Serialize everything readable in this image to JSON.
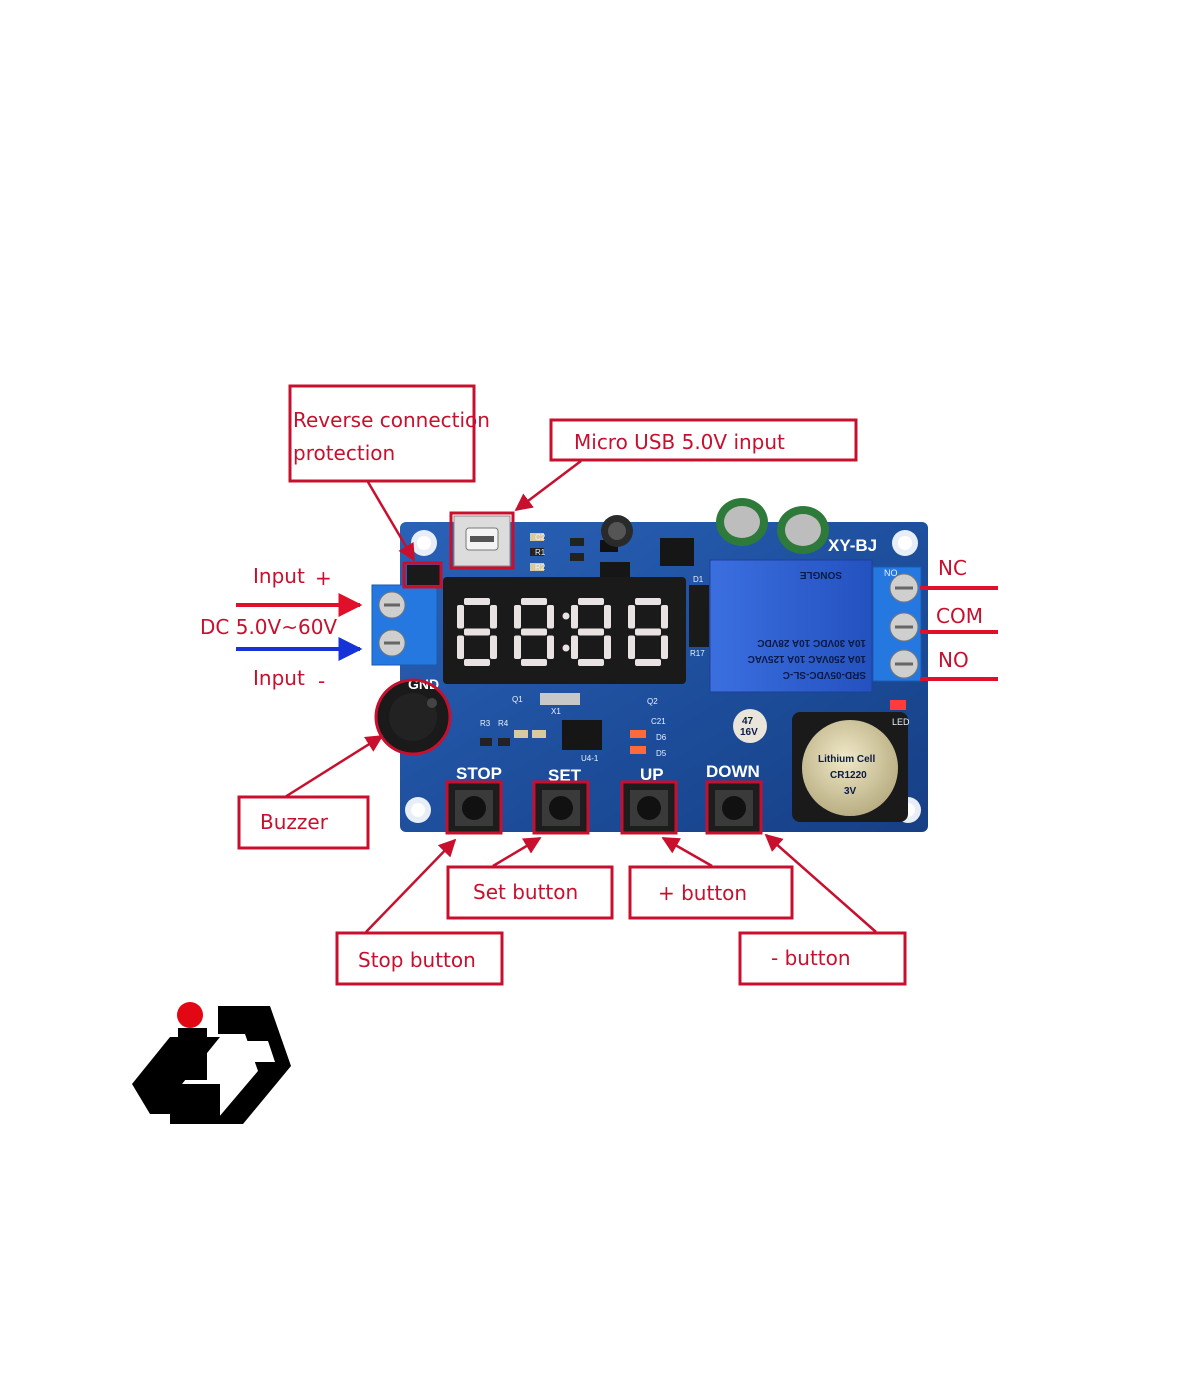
{
  "colors": {
    "annotation_red": "#c8102e",
    "positive_wire_red": "#e0102a",
    "negative_wire_blue": "#1533d6",
    "pcb_blue": "#1d4f9e",
    "terminal_blue": "#1f6fd8",
    "relay_blue": "#2a58c9",
    "led_red": "#ff3b3b",
    "logo_black": "#000000",
    "logo_dot_red": "#e30613"
  },
  "callouts": {
    "reverse_protection_line1": "Reverse connection",
    "reverse_protection_line2": "protection",
    "micro_usb": "Micro USB 5.0V input",
    "buzzer": "Buzzer",
    "set_button": "Set button",
    "plus_button": "+ button",
    "stop_button": "Stop button",
    "minus_button": "- button"
  },
  "power": {
    "input_plus_label": "Input",
    "plus_sign": "+",
    "dc_range": "DC 5.0V~60V",
    "input_minus_label": "Input",
    "minus_sign": "-"
  },
  "relay_terminals": {
    "nc": "NC",
    "com": "COM",
    "no": "NO"
  },
  "board": {
    "model": "XY-BJ",
    "gnd": "GND",
    "buttons": {
      "stop": "STOP",
      "set": "SET",
      "up": "UP",
      "down": "DOWN"
    },
    "display_digits": "8888",
    "relay_lines": [
      "SRD-05VDC-SL-C",
      "10A 250VAC  10A 125VAC",
      "10A 30VDC  10A 28VDC",
      "SONGLE"
    ],
    "battery_lines": [
      "Lithium Cell",
      "CR1220",
      "3V"
    ],
    "capacitor_lines": [
      "47",
      "16V"
    ],
    "small_labels": [
      "C2",
      "R1",
      "R2",
      "D1",
      "R17",
      "Q1",
      "Q2",
      "X1",
      "R3",
      "R4",
      "C21",
      "D5",
      "D6",
      "U4-1",
      "NO",
      "LED",
      "R3"
    ]
  },
  "logo": {
    "name": "brand-logo"
  }
}
